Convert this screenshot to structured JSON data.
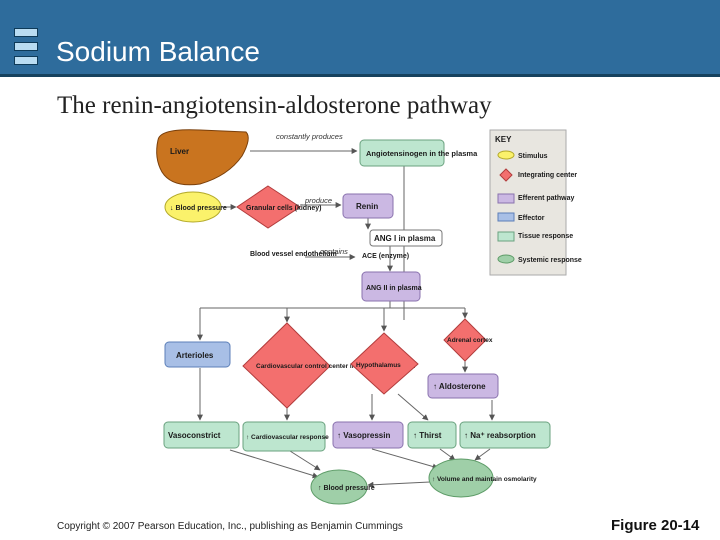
{
  "header": {
    "title": "Sodium Balance"
  },
  "subtitle": "The renin-angiotensin-aldosterone pathway",
  "footer": {
    "copyright": "Copyright © 2007 Pearson Education, Inc., publishing as Benjamin Cummings",
    "figure": "Figure 20-14"
  },
  "colors": {
    "header": "#2e6c9c",
    "stimulus": "#fbf26b",
    "integrating": "#f36f6e",
    "efferent": "#cbb8e3",
    "effector": "#a8bfe6",
    "tissue": "#bde6cf",
    "systemic": "#9fcfa8",
    "liver": "#c9741f"
  },
  "key": {
    "title": "KEY",
    "items": [
      "Stimulus",
      "Integrating center",
      "Efferent pathway",
      "Effector",
      "Tissue response",
      "Systemic response"
    ]
  },
  "diagram": {
    "liver": "Liver",
    "constantly_produces": "constantly produces",
    "angiotensinogen": "Angiotensinogen in the plasma",
    "blood_pressure_low": "↓ Blood pressure",
    "granular_cells": "Granular cells (kidney)",
    "produce": "produce",
    "renin": "Renin",
    "ang1": "ANG I in plasma",
    "vessel_endothelium": "Blood vessel endothelium",
    "contains": "contains",
    "ace": "ACE (enzyme)",
    "ang2": "ANG II in plasma",
    "arterioles": "Arterioles",
    "cv_center": "Cardiovascular control center in medulla oblongata",
    "hypothalamus": "Hypothalamus",
    "adrenal_cortex": "Adrenal cortex",
    "aldosterone": "↑ Aldosterone",
    "vasoconstrict": "Vasoconstrict",
    "cv_response": "↑ Cardiovascular response",
    "vasopressin": "↑ Vasopressin",
    "thirst": "↑ Thirst",
    "na_reabsorption": "↑ Na⁺ reabsorption",
    "volume": "↑ Volume and maintain osmolarity",
    "blood_pressure_up": "↑ Blood pressure"
  }
}
